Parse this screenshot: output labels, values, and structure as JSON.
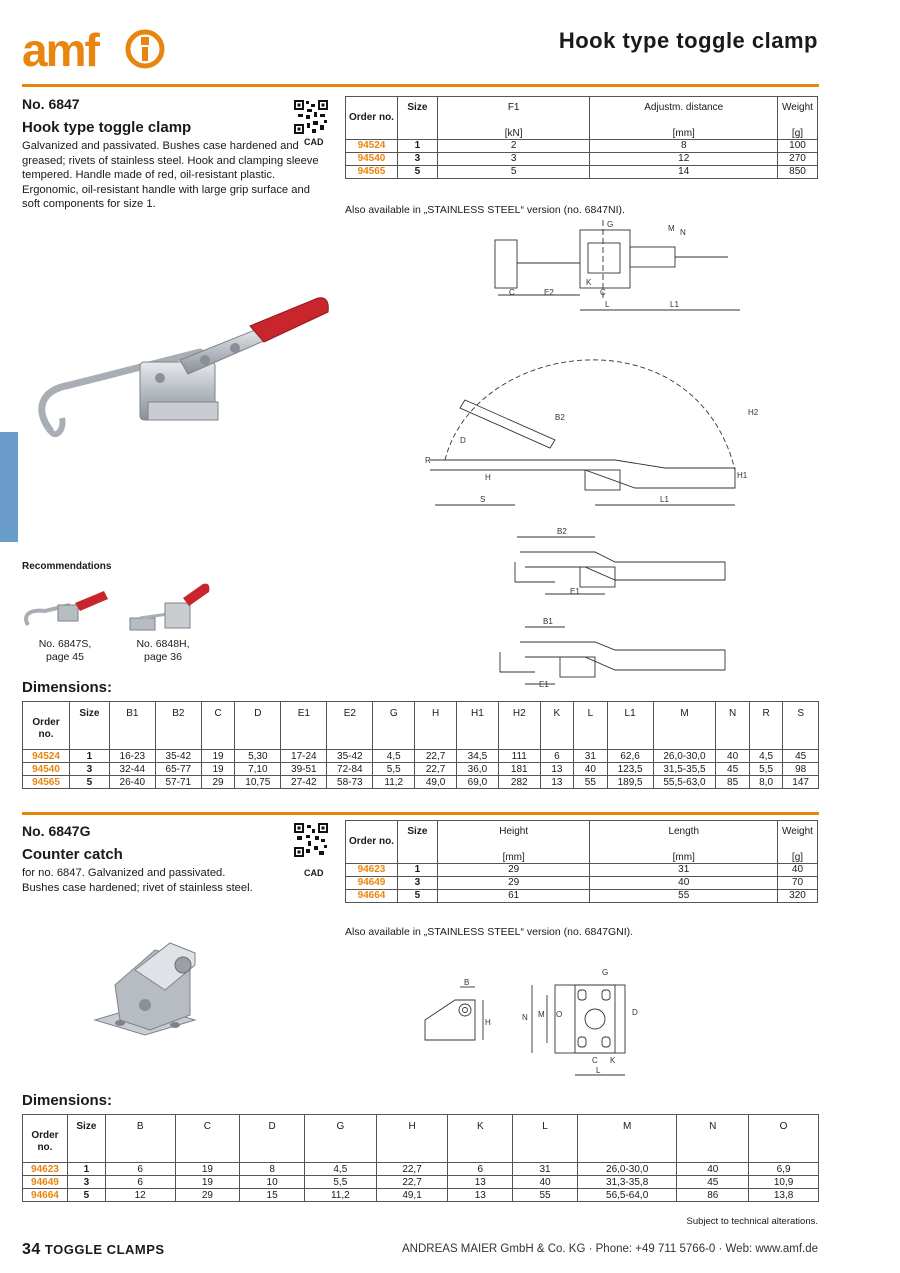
{
  "header": {
    "logo_text": "amf",
    "title": "Hook type toggle clamp"
  },
  "section1": {
    "number": "No. 6847",
    "title": "Hook type toggle clamp",
    "description": "Galvanized and passivated. Bushes case hardened and greased; rivets of stainless steel. Hook and clamping sleeve tempered. Handle made of red, oil-resistant plastic. Ergonomic, oil-resistant handle with large grip surface and soft components for size 1.",
    "cad_label": "CAD",
    "table": {
      "headers": [
        "Order no.",
        "Size",
        "F1",
        "Adjustm. distance",
        "Weight"
      ],
      "units": [
        "",
        "",
        "[kN]",
        "[mm]",
        "[g]"
      ],
      "rows": [
        [
          "94524",
          "1",
          "2",
          "8",
          "100"
        ],
        [
          "94540",
          "3",
          "3",
          "12",
          "270"
        ],
        [
          "94565",
          "5",
          "5",
          "14",
          "850"
        ]
      ]
    },
    "also_available": "Also available in „STAINLESS STEEL“ version (no. 6847NI).",
    "recommendations_title": "Recommendations",
    "recommendations": [
      {
        "caption_line1": "No. 6847S,",
        "caption_line2": "page 45"
      },
      {
        "caption_line1": "No. 6848H,",
        "caption_line2": "page 36"
      }
    ],
    "dimensions_title": "Dimensions:",
    "dimensions": {
      "headers": [
        "Order no.",
        "Size",
        "B1",
        "B2",
        "C",
        "D",
        "E1",
        "E2",
        "G",
        "H",
        "H1",
        "H2",
        "K",
        "L",
        "L1",
        "M",
        "N",
        "R",
        "S"
      ],
      "rows": [
        [
          "94524",
          "1",
          "16-23",
          "35-42",
          "19",
          "5,30",
          "17-24",
          "35-42",
          "4,5",
          "22,7",
          "34,5",
          "111",
          "6",
          "31",
          "62,6",
          "26,0-30,0",
          "40",
          "4,5",
          "45"
        ],
        [
          "94540",
          "3",
          "32-44",
          "65-77",
          "19",
          "7,10",
          "39-51",
          "72-84",
          "5,5",
          "22,7",
          "36,0",
          "181",
          "13",
          "40",
          "123,5",
          "31,5-35,5",
          "45",
          "5,5",
          "98"
        ],
        [
          "94565",
          "5",
          "26-40",
          "57-71",
          "29",
          "10,75",
          "27-42",
          "58-73",
          "11,2",
          "49,0",
          "69,0",
          "282",
          "13",
          "55",
          "189,5",
          "55,5-63,0",
          "85",
          "8,0",
          "147"
        ]
      ]
    }
  },
  "section2": {
    "number": "No. 6847G",
    "title": "Counter catch",
    "description": "for no. 6847. Galvanized and passivated. Bushes case hardened; rivet of stainless steel.",
    "cad_label": "CAD",
    "table": {
      "headers": [
        "Order no.",
        "Size",
        "Height",
        "Length",
        "Weight"
      ],
      "units": [
        "",
        "",
        "[mm]",
        "[mm]",
        "[g]"
      ],
      "rows": [
        [
          "94623",
          "1",
          "29",
          "31",
          "40"
        ],
        [
          "94649",
          "3",
          "29",
          "40",
          "70"
        ],
        [
          "94664",
          "5",
          "61",
          "55",
          "320"
        ]
      ]
    },
    "also_available": "Also available in „STAINLESS STEEL“ version (no. 6847GNI).",
    "dimensions_title": "Dimensions:",
    "dimensions": {
      "headers": [
        "Order no.",
        "Size",
        "B",
        "C",
        "D",
        "G",
        "H",
        "K",
        "L",
        "M",
        "N",
        "O"
      ],
      "rows": [
        [
          "94623",
          "1",
          "6",
          "19",
          "8",
          "4,5",
          "22,7",
          "6",
          "31",
          "26,0-30,0",
          "40",
          "6,9"
        ],
        [
          "94649",
          "3",
          "6",
          "19",
          "10",
          "5,5",
          "22,7",
          "13",
          "40",
          "31,3-35,8",
          "45",
          "10,9"
        ],
        [
          "94664",
          "5",
          "12",
          "29",
          "15",
          "11,2",
          "49,1",
          "13",
          "55",
          "56,5-64,0",
          "86",
          "13,8"
        ]
      ]
    },
    "note": "Subject to technical alterations."
  },
  "drawing_labels": {
    "top_view": [
      "G",
      "M",
      "N",
      "C",
      "E2",
      "K",
      "C",
      "L",
      "L1"
    ],
    "side_view": [
      "B2",
      "H2",
      "D",
      "R",
      "H",
      "H1",
      "S",
      "L1"
    ],
    "small1": [
      "B2",
      "E1"
    ],
    "small2": [
      "B1",
      "E1"
    ],
    "catch_side": [
      "B",
      "H"
    ],
    "catch_top": [
      "G",
      "N",
      "M",
      "O",
      "D",
      "C",
      "K",
      "L"
    ]
  },
  "footer": {
    "page_number": "34",
    "section_name": "TOGGLE CLAMPS",
    "company": "ANDREAS MAIER GmbH & Co. KG · Phone: +49 711 5766-0 · Web: www.amf.de"
  },
  "colors": {
    "accent": "#e8850f",
    "side_tab": "#6a9cc9",
    "handle_red": "#c8262c"
  }
}
